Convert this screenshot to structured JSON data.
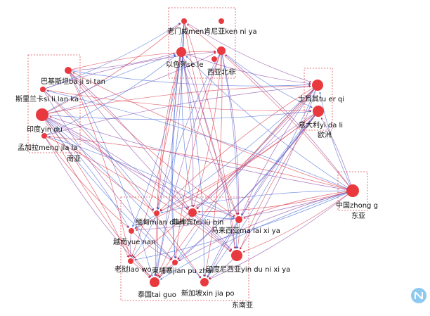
{
  "colors": {
    "node_fill": "#e8393f",
    "edge_red": "#d93a4a",
    "edge_blue": "#4a6fd8",
    "edge_purple": "#8a4aa8",
    "arrow_red": "#c81e3c",
    "arrow_blue": "#3a5cd0",
    "box": "#e0505a",
    "watermark": "#8ec9ef"
  },
  "diagram": {
    "groups": [
      {
        "id": "g-east-europe",
        "label": ""
      },
      {
        "id": "g-south-asia",
        "label": "南亚"
      },
      {
        "id": "g-europe",
        "label": "欧洲"
      },
      {
        "id": "g-east-asia",
        "label": "东亚"
      },
      {
        "id": "g-southeast-asia",
        "label": "东南亚"
      }
    ],
    "nodes": [
      {
        "id": "laomen",
        "label": "老门威men肯尼亚ken ni ya"
      },
      {
        "id": "yise",
        "label": "以色列se le"
      },
      {
        "id": "xibei",
        "label": "西亚北非"
      },
      {
        "id": "bajisitan",
        "label": "巴基斯坦ba ji si tan"
      },
      {
        "id": "sililanka",
        "label": "斯里兰卡si li lan ka"
      },
      {
        "id": "yindu",
        "label": "印度yin du"
      },
      {
        "id": "mengjiala",
        "label": "孟加拉meng jia la"
      },
      {
        "id": "tuerqi",
        "label": "土耳其tu er qi"
      },
      {
        "id": "yidali",
        "label": "意大利yi da li"
      },
      {
        "id": "zhongguo",
        "label": "中国zhong g"
      },
      {
        "id": "feilvbin",
        "label": "菲律宾fei lü bin"
      },
      {
        "id": "miandian",
        "label": "缅甸mian dian"
      },
      {
        "id": "yuenan",
        "label": "越南yue nan"
      },
      {
        "id": "malaixiya",
        "label": "马来西亚ma lai xi ya"
      },
      {
        "id": "laowo",
        "label": "老挝lao wo"
      },
      {
        "id": "jianpuzhai",
        "label": "柬埔寨jian pu zhai"
      },
      {
        "id": "yindunixiya",
        "label": "印度尼西亚yin du ni xi ya"
      },
      {
        "id": "taiguo",
        "label": "泰国tai guo"
      },
      {
        "id": "xinjiapo",
        "label": "新加坡xin jia po"
      }
    ],
    "edges": [
      [
        "zhongguo",
        "laomen"
      ],
      [
        "zhongguo",
        "yise"
      ],
      [
        "zhongguo",
        "xibei"
      ],
      [
        "zhongguo",
        "bajisitan"
      ],
      [
        "zhongguo",
        "sililanka"
      ],
      [
        "zhongguo",
        "yindu"
      ],
      [
        "zhongguo",
        "mengjiala"
      ],
      [
        "zhongguo",
        "tuerqi"
      ],
      [
        "zhongguo",
        "yidali"
      ],
      [
        "zhongguo",
        "feilvbin"
      ],
      [
        "zhongguo",
        "miandian"
      ],
      [
        "zhongguo",
        "yuenan"
      ],
      [
        "zhongguo",
        "malaixiya"
      ],
      [
        "zhongguo",
        "laowo"
      ],
      [
        "zhongguo",
        "jianpuzhai"
      ],
      [
        "zhongguo",
        "yindunixiya"
      ],
      [
        "zhongguo",
        "taiguo"
      ],
      [
        "zhongguo",
        "xinjiapo"
      ],
      [
        "yindu",
        "laomen"
      ],
      [
        "yindu",
        "yise"
      ],
      [
        "yindu",
        "xibei"
      ],
      [
        "yindu",
        "tuerqi"
      ],
      [
        "yindu",
        "yidali"
      ],
      [
        "yindu",
        "feilvbin"
      ],
      [
        "yindu",
        "miandian"
      ],
      [
        "yindu",
        "yuenan"
      ],
      [
        "yindu",
        "malaixiya"
      ],
      [
        "yindu",
        "laowo"
      ],
      [
        "yindu",
        "jianpuzhai"
      ],
      [
        "yindu",
        "yindunixiya"
      ],
      [
        "yindu",
        "taiguo"
      ],
      [
        "yindu",
        "xinjiapo"
      ],
      [
        "bajisitan",
        "yise"
      ],
      [
        "bajisitan",
        "xibei"
      ],
      [
        "bajisitan",
        "tuerqi"
      ],
      [
        "bajisitan",
        "feilvbin"
      ],
      [
        "bajisitan",
        "malaixiya"
      ],
      [
        "bajisitan",
        "taiguo"
      ],
      [
        "bajisitan",
        "yindunixiya"
      ],
      [
        "bajisitan",
        "laowo"
      ],
      [
        "sililanka",
        "laomen"
      ],
      [
        "sililanka",
        "xibei"
      ],
      [
        "sililanka",
        "yidali"
      ],
      [
        "sililanka",
        "miandian"
      ],
      [
        "sililanka",
        "jianpuzhai"
      ],
      [
        "sililanka",
        "xinjiapo"
      ],
      [
        "mengjiala",
        "yise"
      ],
      [
        "mengjiala",
        "tuerqi"
      ],
      [
        "mengjiala",
        "yuenan"
      ],
      [
        "mengjiala",
        "malaixiya"
      ],
      [
        "mengjiala",
        "taiguo"
      ],
      [
        "mengjiala",
        "yindunixiya"
      ],
      [
        "laomen",
        "feilvbin"
      ],
      [
        "laomen",
        "miandian"
      ],
      [
        "laomen",
        "malaixiya"
      ],
      [
        "laomen",
        "taiguo"
      ],
      [
        "laomen",
        "tuerqi"
      ],
      [
        "laomen",
        "yindunixiya"
      ],
      [
        "laomen",
        "jianpuzhai"
      ],
      [
        "yise",
        "feilvbin"
      ],
      [
        "yise",
        "miandian"
      ],
      [
        "yise",
        "yuenan"
      ],
      [
        "yise",
        "malaixiya"
      ],
      [
        "yise",
        "laowo"
      ],
      [
        "yise",
        "jianpuzhai"
      ],
      [
        "yise",
        "yindunixiya"
      ],
      [
        "yise",
        "taiguo"
      ],
      [
        "yise",
        "xinjiapo"
      ],
      [
        "yise",
        "tuerqi"
      ],
      [
        "xibei",
        "feilvbin"
      ],
      [
        "xibei",
        "miandian"
      ],
      [
        "xibei",
        "malaixiya"
      ],
      [
        "xibei",
        "jianpuzhai"
      ],
      [
        "xibei",
        "yindunixiya"
      ],
      [
        "xibei",
        "taiguo"
      ],
      [
        "xibei",
        "xinjiapo"
      ],
      [
        "xibei",
        "yidali"
      ],
      [
        "tuerqi",
        "feilvbin"
      ],
      [
        "tuerqi",
        "miandian"
      ],
      [
        "tuerqi",
        "yuenan"
      ],
      [
        "tuerqi",
        "malaixiya"
      ],
      [
        "tuerqi",
        "laowo"
      ],
      [
        "tuerqi",
        "jianpuzhai"
      ],
      [
        "tuerqi",
        "yindunixiya"
      ],
      [
        "tuerqi",
        "taiguo"
      ],
      [
        "tuerqi",
        "xinjiapo"
      ],
      [
        "yidali",
        "feilvbin"
      ],
      [
        "yidali",
        "miandian"
      ],
      [
        "yidali",
        "malaixiya"
      ],
      [
        "yidali",
        "jianpuzhai"
      ],
      [
        "yidali",
        "yindunixiya"
      ],
      [
        "yidali",
        "taiguo"
      ],
      [
        "yidali",
        "xinjiapo"
      ],
      [
        "yidali",
        "yuenan"
      ],
      [
        "feilvbin",
        "malaixiya"
      ],
      [
        "feilvbin",
        "yindunixiya"
      ],
      [
        "feilvbin",
        "taiguo"
      ],
      [
        "miandian",
        "taiguo"
      ],
      [
        "yuenan",
        "jianpuzhai"
      ],
      [
        "laowo",
        "taiguo"
      ],
      [
        "malaixiya",
        "xinjiapo"
      ],
      [
        "yindunixiya",
        "xinjiapo"
      ],
      [
        "jianpuzhai",
        "taiguo"
      ],
      [
        "miandian",
        "laowo"
      ],
      [
        "yuenan",
        "laowo"
      ],
      [
        "malaixiya",
        "yindunixiya"
      ]
    ]
  }
}
